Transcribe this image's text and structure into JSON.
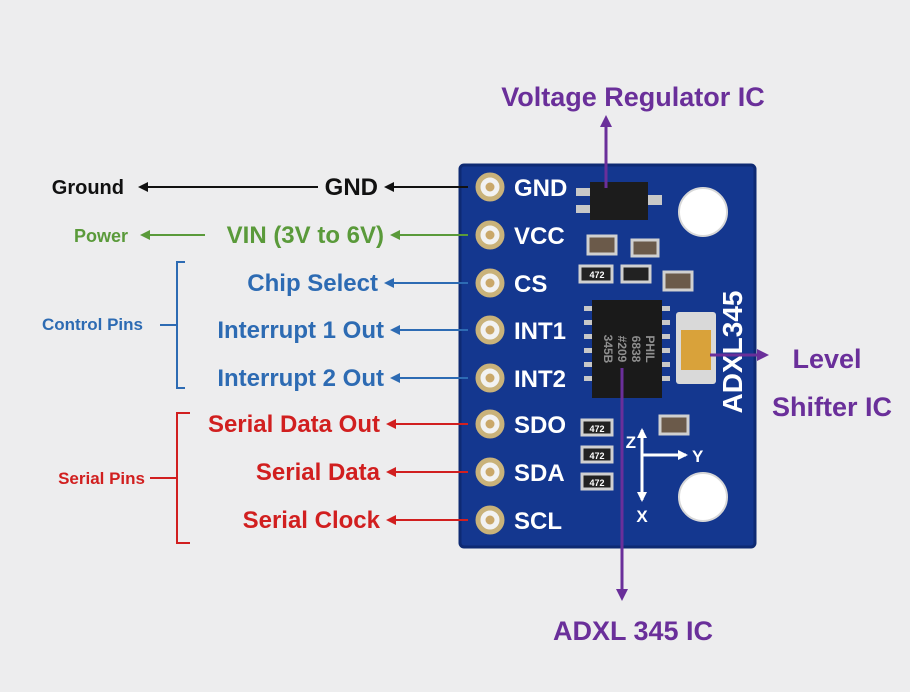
{
  "colors": {
    "background": "#ededee",
    "board": "#14378f",
    "board_edge": "#0e2a73",
    "black": "#111111",
    "green": "#5a9a3a",
    "blue": "#2d6bb3",
    "red": "#d11f1f",
    "purple": "#6a2f9a",
    "pad": "#c9b27a"
  },
  "top_label": "Voltage Regulator IC",
  "bottom_label": "ADXL 345 IC",
  "right_label": {
    "line1": "Level",
    "line2": "Shifter IC"
  },
  "pins": [
    {
      "pin": "GND",
      "description": "GND",
      "function": "Ground",
      "color": "black"
    },
    {
      "pin": "VCC",
      "description": "VIN (3V to 6V)",
      "function": "Power",
      "color": "green"
    },
    {
      "pin": "CS",
      "description": "Chip Select",
      "color": "blue"
    },
    {
      "pin": "INT1",
      "description": "Interrupt 1 Out",
      "color": "blue"
    },
    {
      "pin": "INT2",
      "description": "Interrupt 2 Out",
      "color": "blue"
    },
    {
      "pin": "SDO",
      "description": "Serial Data Out",
      "color": "red"
    },
    {
      "pin": "SDA",
      "description": "Serial Data",
      "color": "red"
    },
    {
      "pin": "SCL",
      "description": "Serial Clock",
      "color": "red"
    }
  ],
  "groups": [
    {
      "label": "Control Pins",
      "color": "blue"
    },
    {
      "label": "Serial Pins",
      "color": "red"
    }
  ],
  "board_text": {
    "model": "ADXL345",
    "axis_z": "Z",
    "axis_y": "Y",
    "axis_x": "X",
    "chip_marking": [
      "PHIL",
      "6838",
      "#209",
      "345B"
    ],
    "resistor_code": "472"
  }
}
